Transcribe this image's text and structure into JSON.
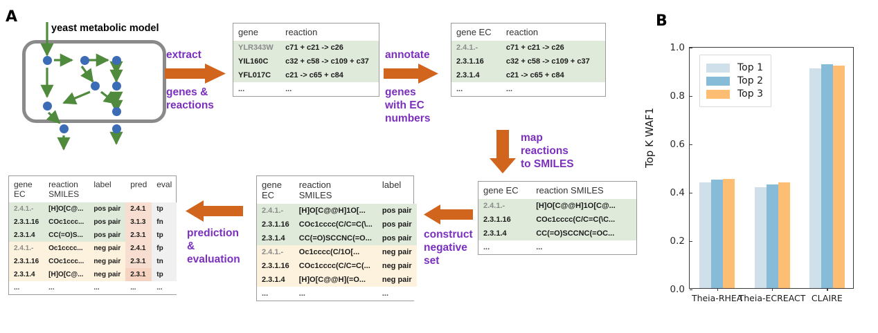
{
  "panels": {
    "a_letter": "A",
    "b_letter": "B"
  },
  "schematic": {
    "model_title": "yeast metabolic model",
    "steps": [
      {
        "id": "extract",
        "line1": "extract",
        "line2": "genes &",
        "line3": "reactions",
        "direction": "right"
      },
      {
        "id": "annotate",
        "line1": "annotate",
        "line2": "genes",
        "line3": "with EC",
        "line4": "numbers",
        "direction": "right"
      },
      {
        "id": "map",
        "line1": "map",
        "line2": "reactions",
        "line3": "to SMILES",
        "direction": "down"
      },
      {
        "id": "construct",
        "line1": "construct",
        "line2": "negative",
        "line3": "set",
        "direction": "left"
      },
      {
        "id": "predict",
        "line1": "prediction",
        "line2": "&",
        "line3": "evaluation",
        "direction": "left"
      }
    ]
  },
  "table_genes": {
    "headers": [
      "gene",
      "reaction"
    ],
    "rows": [
      {
        "cells": [
          "YLR343W",
          "c71 + c21 -> c26"
        ],
        "style": "pos",
        "dim_first": true
      },
      {
        "cells": [
          "YIL160C",
          "c32 + c58 -> c109 + c37"
        ],
        "style": "pos"
      },
      {
        "cells": [
          "YFL017C",
          "c21 -> c65 + c84"
        ],
        "style": "pos"
      },
      {
        "cells": [
          "...",
          "..."
        ],
        "style": "dots"
      }
    ]
  },
  "table_ec": {
    "headers": [
      "gene EC",
      "reaction"
    ],
    "rows": [
      {
        "cells": [
          "2.4.1.-",
          "c71 + c21 -> c26"
        ],
        "style": "pos",
        "dim_first": true
      },
      {
        "cells": [
          "2.3.1.16",
          "c32 + c58 -> c109 + c37"
        ],
        "style": "pos"
      },
      {
        "cells": [
          "2.3.1.4",
          "c21 -> c65 + c84"
        ],
        "style": "pos"
      },
      {
        "cells": [
          "...",
          "..."
        ],
        "style": "dots"
      }
    ]
  },
  "table_smiles": {
    "headers": [
      "gene EC",
      "reaction SMILES"
    ],
    "rows": [
      {
        "cells": [
          "2.4.1.-",
          "[H]O[C@@H]1O[C@..."
        ],
        "style": "pos",
        "dim_first": true
      },
      {
        "cells": [
          "2.3.1.16",
          "COc1cccc(C/C=C(\\C..."
        ],
        "style": "pos"
      },
      {
        "cells": [
          "2.3.1.4",
          "CC(=O)SCCNC(=OC..."
        ],
        "style": "pos"
      },
      {
        "cells": [
          "...",
          "..."
        ],
        "style": "dots"
      }
    ]
  },
  "table_labeled": {
    "headers": [
      "gene\nEC",
      "reaction\nSMILES",
      "label"
    ],
    "rows": [
      {
        "cells": [
          "2.4.1.-",
          "[H]O[C@@H]1O[...",
          "pos pair"
        ],
        "style": "pos",
        "dim_first": true
      },
      {
        "cells": [
          "2.3.1.16",
          "COc1cccc(C/C=C(\\...",
          "pos pair"
        ],
        "style": "pos"
      },
      {
        "cells": [
          "2.3.1.4",
          "CC(=O)SCCNC(=O...",
          "pos pair"
        ],
        "style": "pos"
      },
      {
        "cells": [
          "2.4.1.-",
          "Oc1cccc(C/1O[...",
          "neg pair"
        ],
        "style": "neg",
        "dim_first": true
      },
      {
        "cells": [
          "2.3.1.16",
          "COc1cccc(C/C=C(...",
          "neg pair"
        ],
        "style": "neg"
      },
      {
        "cells": [
          "2.3.1.4",
          "[H]O[C@@H](=O...",
          "neg pair"
        ],
        "style": "neg"
      },
      {
        "cells": [
          "...",
          "...",
          "..."
        ],
        "style": "dots"
      }
    ]
  },
  "table_eval": {
    "headers": [
      "gene\nEC",
      "reaction\nSMILES",
      "label",
      "pred",
      "eval"
    ],
    "rows": [
      {
        "cells": [
          "2.4.1.-",
          "[H]O[C@...",
          "pos pair",
          "2.4.1",
          "tp"
        ],
        "style": "pos",
        "dim_first": true
      },
      {
        "cells": [
          "2.3.1.16",
          "COc1ccc...",
          "pos pair",
          "3.1.3",
          "fn"
        ],
        "style": "pos"
      },
      {
        "cells": [
          "2.3.1.4",
          "CC(=O)S...",
          "pos pair",
          "2.3.1",
          "tp"
        ],
        "style": "pos"
      },
      {
        "cells": [
          "2.4.1.-",
          "Oc1cccc...",
          "neg pair",
          "2.4.1",
          "fp"
        ],
        "style": "neg",
        "dim_first": true
      },
      {
        "cells": [
          "2.3.1.16",
          "COc1ccc...",
          "neg pair",
          "2.3.1",
          "tn"
        ],
        "style": "neg"
      },
      {
        "cells": [
          "2.3.1.4",
          "[H]O[C@...",
          "neg pair",
          "2.3.1",
          "tp"
        ],
        "style": "neg"
      },
      {
        "cells": [
          "...",
          "...",
          "...",
          "...",
          "..."
        ],
        "style": "dots"
      }
    ]
  },
  "chart_data": {
    "type": "bar",
    "title": "",
    "xlabel": "",
    "ylabel": "Top K WAF1",
    "categories": [
      "Theia-RHEA",
      "Theia-ECREACT",
      "CLAIRE"
    ],
    "series": [
      {
        "name": "Top 1",
        "color": "#cfe0ea",
        "values": [
          0.437,
          0.417,
          0.909
        ]
      },
      {
        "name": "Top 2",
        "color": "#86bcd8",
        "values": [
          0.449,
          0.429,
          0.926
        ]
      },
      {
        "name": "Top 3",
        "color": "#fdbd72",
        "values": [
          0.451,
          0.437,
          0.92
        ]
      }
    ],
    "ylim": [
      0.0,
      1.0
    ],
    "yticks": [
      "0.0",
      "0.2",
      "0.4",
      "0.6",
      "0.8",
      "1.0"
    ],
    "ytick_values": [
      0.0,
      0.2,
      0.4,
      0.6,
      0.8,
      1.0
    ],
    "grid": false,
    "legend_position": "upper left"
  },
  "colors": {
    "arrow_orange": "#d2651d",
    "label_purple": "#7b2fbe",
    "node_blue": "#3b6cb5",
    "flow_green": "#4f8a3d",
    "row_pos": "#dfeadb",
    "row_neg": "#fdf2dd",
    "col_pred": "#f8ded0",
    "col_eval": "#f0f0f0"
  }
}
